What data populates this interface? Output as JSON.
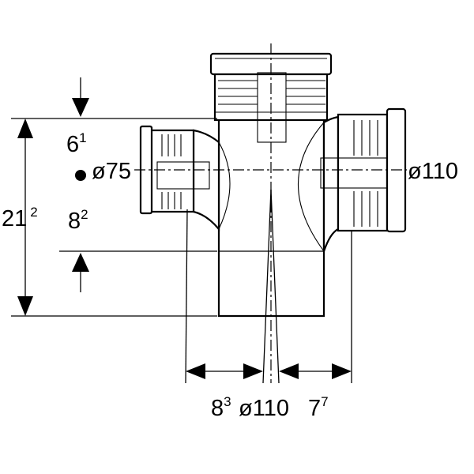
{
  "dimensions": {
    "upper_offset": {
      "main": "6",
      "sup": "1"
    },
    "branch_left_diameter": "ø75",
    "branch_right_diameter": "ø110",
    "total_height": {
      "main": "21",
      "sup": "2"
    },
    "lower_offset": {
      "main": "8",
      "sup": "2"
    },
    "bottom_left": {
      "main": "8",
      "sup": "3"
    },
    "bottom_diameter": "ø110",
    "bottom_right": {
      "main": "7",
      "sup": "7"
    }
  }
}
